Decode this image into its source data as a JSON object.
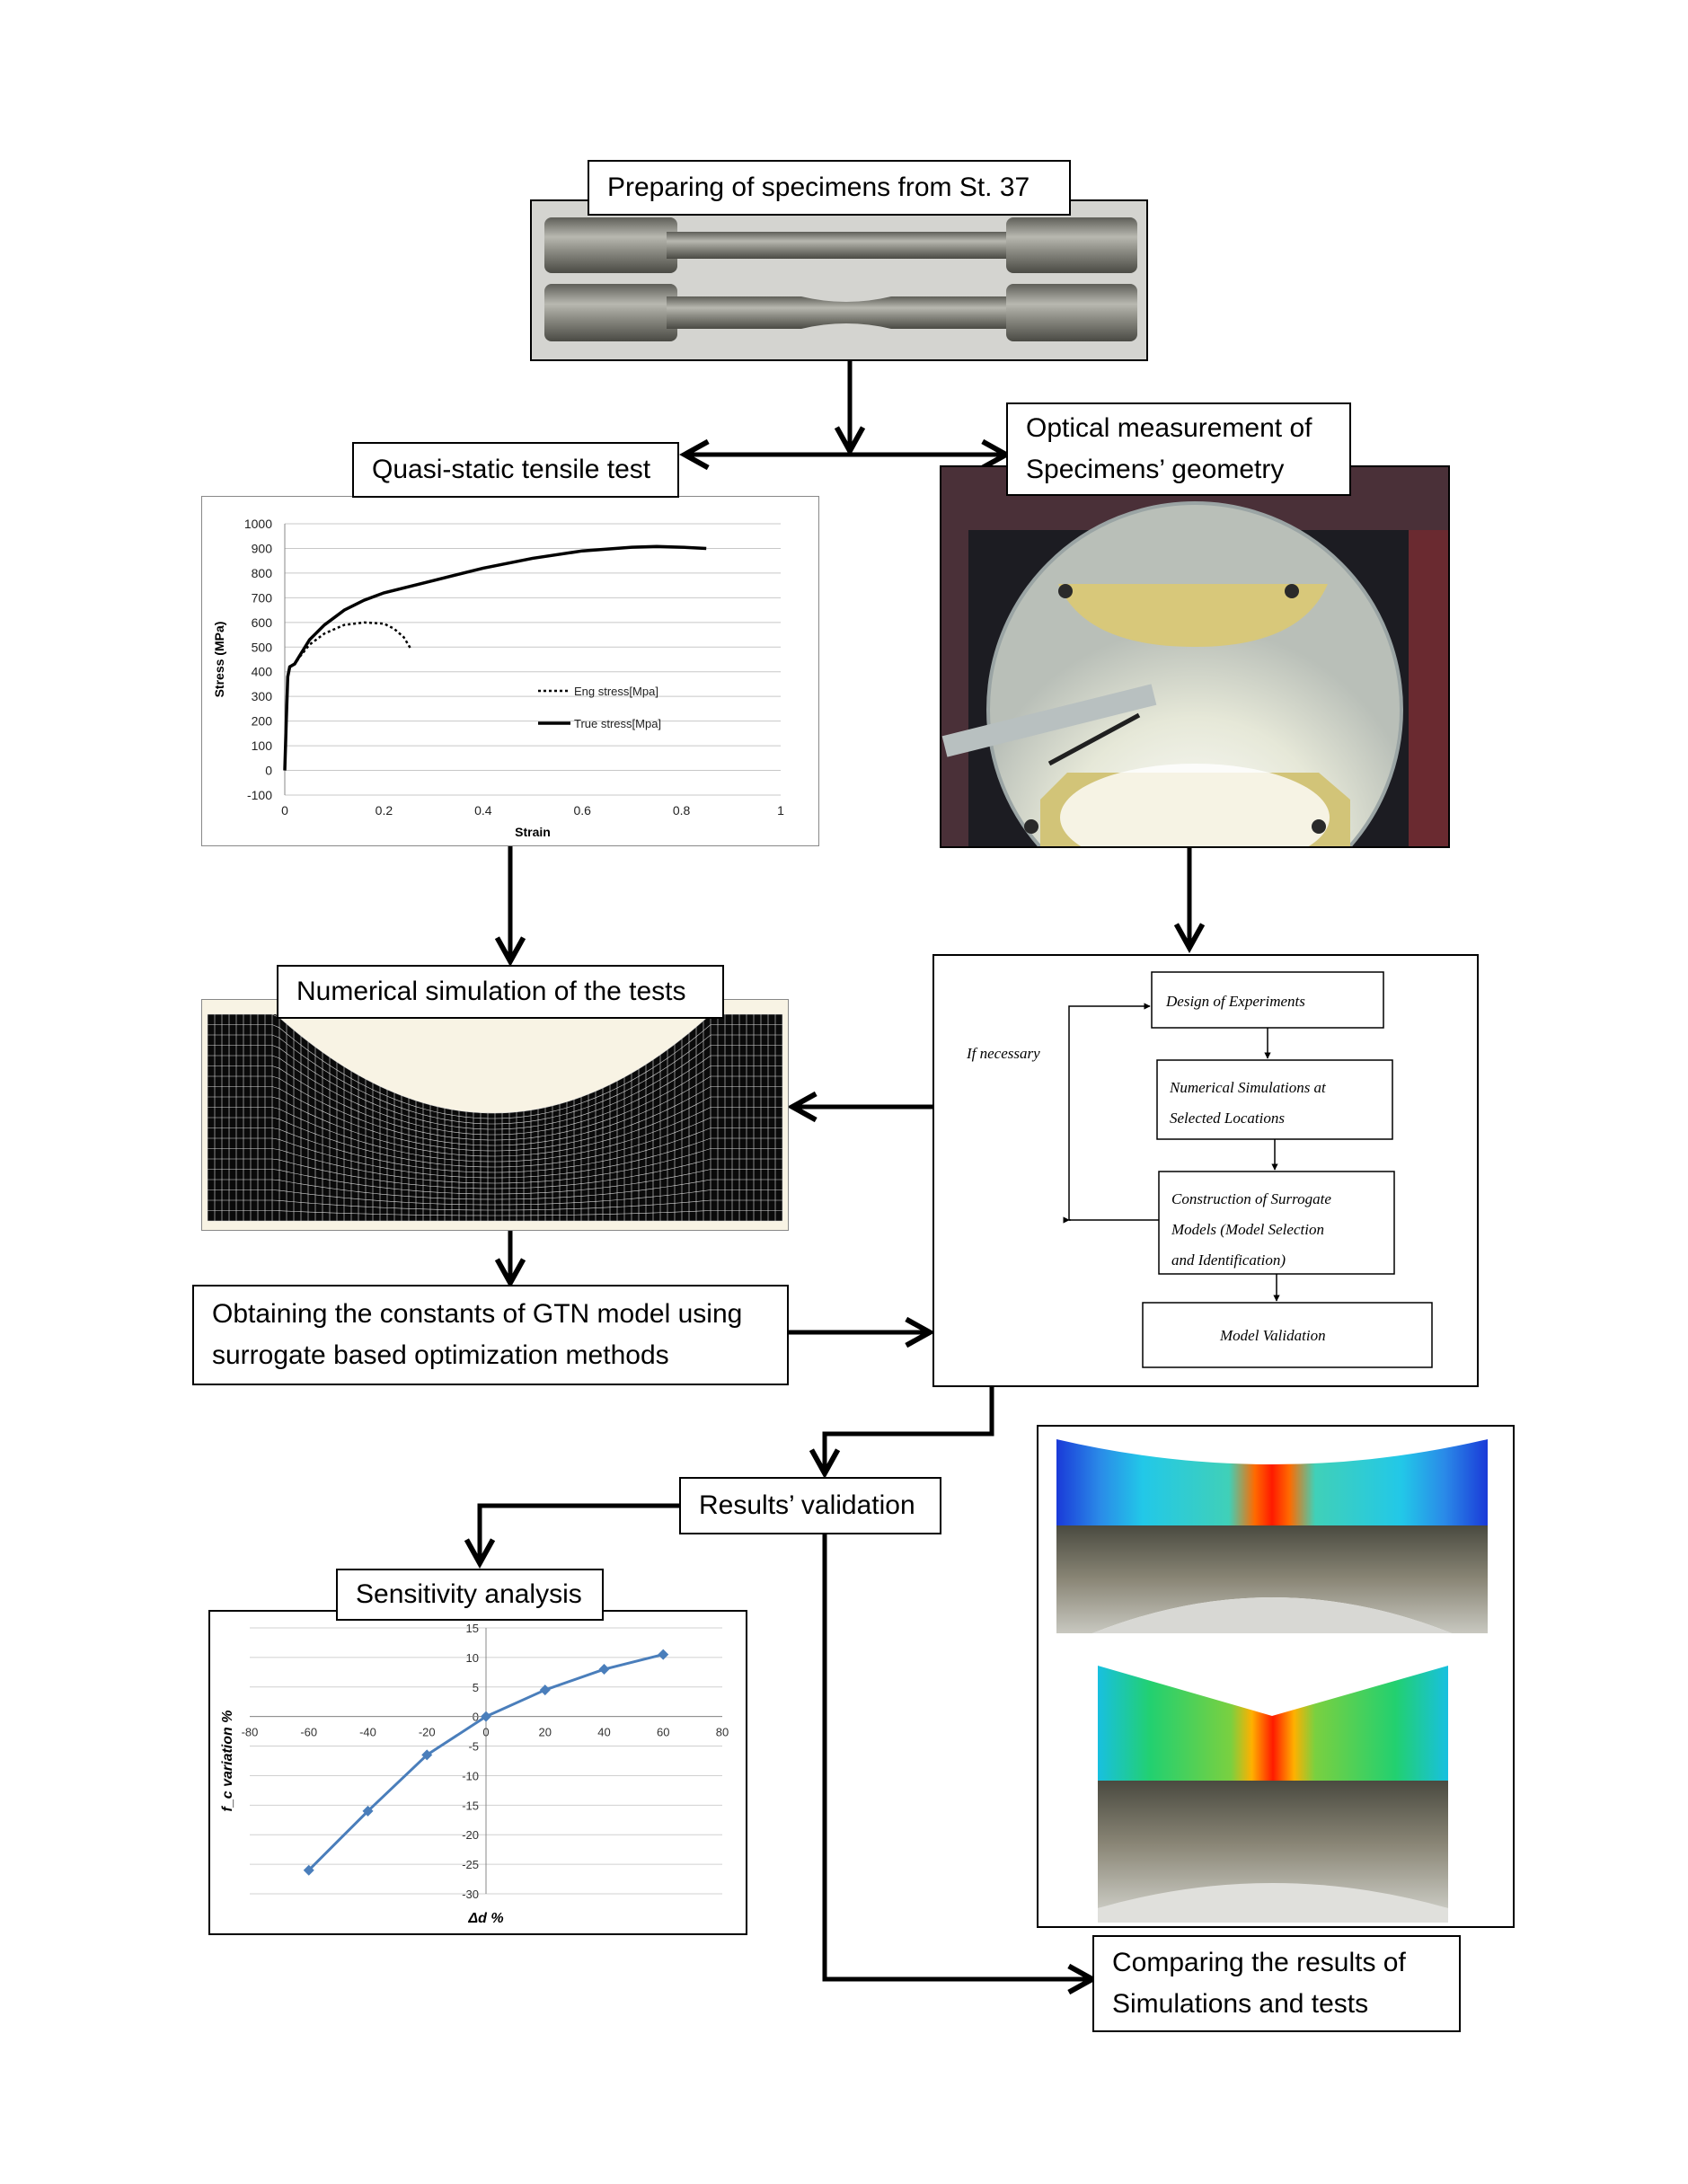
{
  "steps": {
    "preparing": "Preparing of specimens from St. 37",
    "tensile": "Quasi-static tensile test",
    "optical_line1": "Optical measurement of",
    "optical_line2": "Specimens’ geometry",
    "numerical": "Numerical simulation of the tests",
    "gtn_line1": "Obtaining the constants of GTN model using",
    "gtn_line2": "surrogate based optimization methods",
    "validation": "Results’ validation",
    "sensitivity": "Sensitivity analysis",
    "compare_line1": "Comparing the results of",
    "compare_line2": "Simulations and tests"
  },
  "flow": {
    "doe": "Design of Experiments",
    "sim_line1": "Numerical Simulations at",
    "sim_line2": "Selected Locations",
    "surr_line1": "Construction of Surrogate",
    "surr_line2": "Models (Model Selection",
    "surr_line3": "and Identification)",
    "valid": "Model Validation",
    "if_necessary": "If necessary"
  },
  "colors": {
    "arrow": "#000000",
    "sens_line": "#4a7ebb",
    "sim_red": "#ff2a00",
    "sim_blue": "#1740d8",
    "sim_cyan": "#1ec8e8",
    "sim_green": "#22d060"
  },
  "chart_data": [
    {
      "type": "line",
      "xlabel": "Strain",
      "ylabel": "Stress (MPa)",
      "xlim": [
        0,
        1
      ],
      "ylim": [
        -100,
        1000
      ],
      "xticks": [
        "0",
        "0.2",
        "0.4",
        "0.6",
        "0.8",
        "1"
      ],
      "yticks": [
        "-100",
        "0",
        "100",
        "200",
        "300",
        "400",
        "500",
        "600",
        "700",
        "800",
        "900",
        "1000"
      ],
      "grid": true,
      "legend": "center-right",
      "series": [
        {
          "name": "Eng stress[Mpa]",
          "style": "dotted",
          "x": [
            0,
            0.003,
            0.006,
            0.01,
            0.02,
            0.03,
            0.05,
            0.08,
            0.12,
            0.16,
            0.2,
            0.22,
            0.24,
            0.255
          ],
          "y": [
            0,
            200,
            380,
            420,
            430,
            460,
            510,
            555,
            590,
            600,
            595,
            575,
            540,
            490
          ]
        },
        {
          "name": "True stress[Mpa]",
          "style": "solid",
          "x": [
            0,
            0.003,
            0.006,
            0.01,
            0.02,
            0.03,
            0.05,
            0.08,
            0.12,
            0.16,
            0.2,
            0.3,
            0.4,
            0.5,
            0.6,
            0.7,
            0.75,
            0.8,
            0.85
          ],
          "y": [
            0,
            200,
            380,
            420,
            432,
            465,
            530,
            590,
            650,
            690,
            720,
            770,
            820,
            860,
            890,
            905,
            908,
            905,
            900
          ]
        }
      ]
    },
    {
      "type": "line",
      "xlabel": "Δd %",
      "ylabel": "f_c variation %",
      "xlim": [
        -80,
        80
      ],
      "ylim": [
        -30,
        15
      ],
      "xticks": [
        "-80",
        "-60",
        "-40",
        "-20",
        "0",
        "20",
        "40",
        "60",
        "80"
      ],
      "yticks": [
        "15",
        "10",
        "5",
        "0",
        "-5",
        "-10",
        "-15",
        "-20",
        "-25",
        "-30"
      ],
      "grid": true,
      "series": [
        {
          "x": [
            -60,
            -40,
            -20,
            0,
            20,
            40,
            60
          ],
          "y": [
            -26,
            -16,
            -6.5,
            0,
            4.5,
            8,
            10.5
          ]
        }
      ]
    }
  ]
}
